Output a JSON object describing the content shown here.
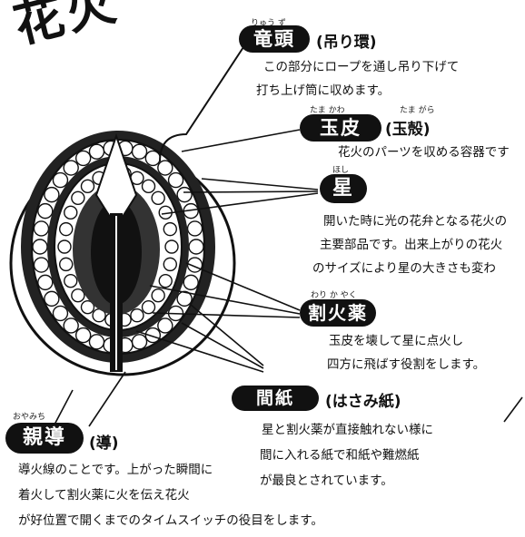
{
  "title_fragment": "花火",
  "labels": {
    "ryuzu": {
      "name": "竜頭",
      "ruby": "りゅう ず",
      "paren": "(吊り環)",
      "desc": [
        "この部分にロープを通し吊り下げて",
        "打ち上げ筒に収めます。"
      ]
    },
    "tamagawa": {
      "name": "玉皮",
      "ruby": "たま かわ",
      "paren": "(玉殻)",
      "paren_ruby": "たま がら",
      "desc": [
        "花火のパーツを収める容器です"
      ]
    },
    "hoshi": {
      "name": "星",
      "ruby": "ほし",
      "desc": [
        "開いた時に光の花弁となる花火の",
        "主要部品です。出来上がりの花火",
        "のサイズにより星の大きさも変わ"
      ]
    },
    "warikayaku": {
      "name": "割火薬",
      "ruby": "わり か やく",
      "desc": [
        "玉皮を壊して星に点火し",
        "四方に飛ばす役割をします。"
      ]
    },
    "aidagami": {
      "name": "間紙",
      "paren": "(はさみ紙)",
      "desc": [
        "星と割火薬が直接触れない様に",
        "間に入れる紙で和紙や難燃紙",
        "が最良とされています。"
      ]
    },
    "oyamichi": {
      "name": "親導",
      "ruby": "おやみち",
      "paren": "(導)",
      "desc": [
        "導火線のことです。上がった瞬間に",
        "着火して割火薬に火を伝え花火",
        "が好位置で開くまでのタイムスイッチの役目をします。"
      ]
    }
  }
}
